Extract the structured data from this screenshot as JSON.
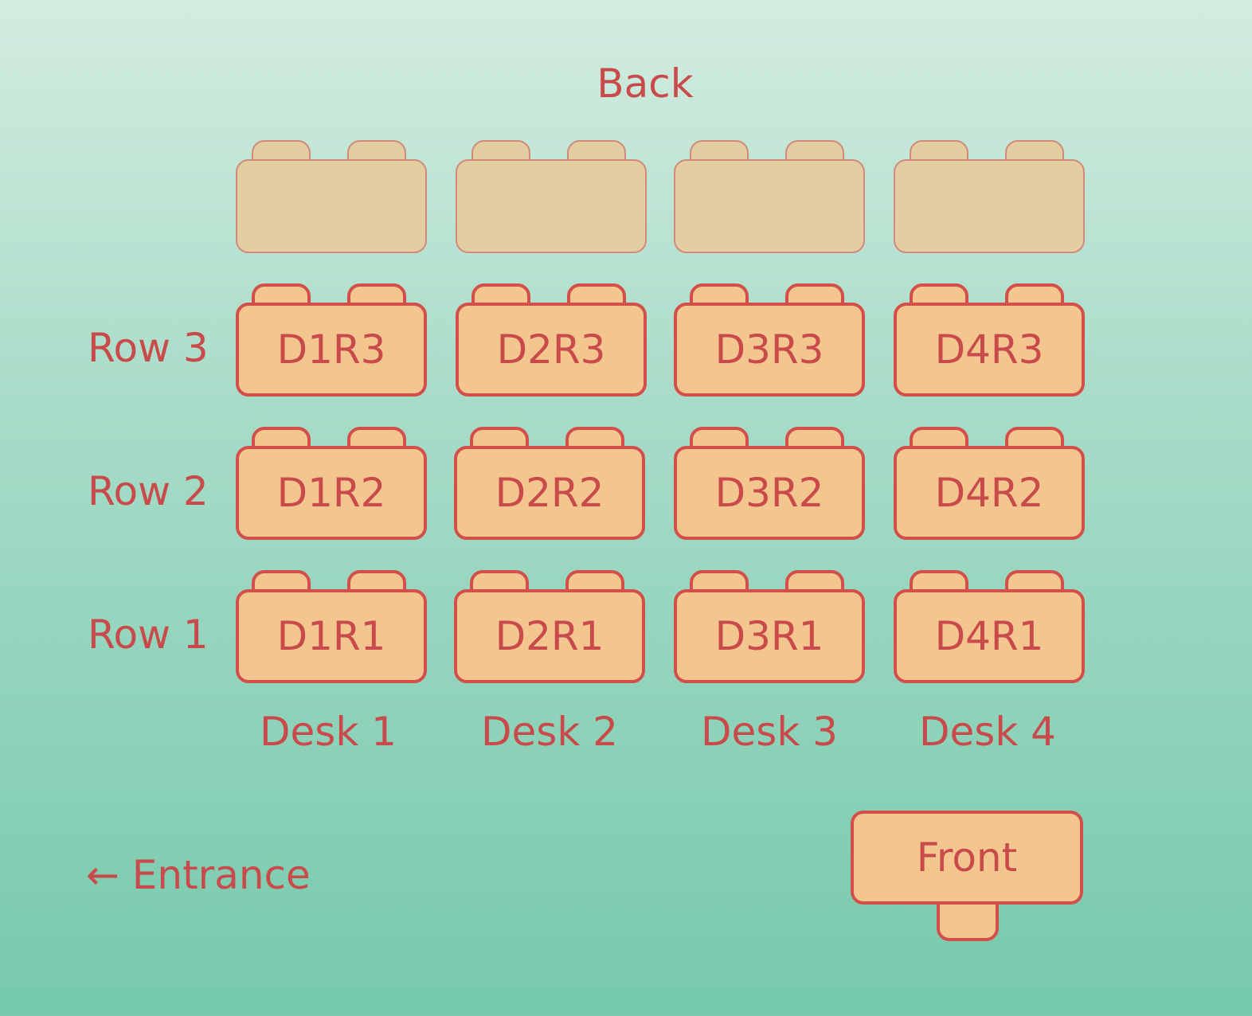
{
  "back_label": "Back",
  "front_label": "Front",
  "entrance_label": "← Entrance",
  "rows": [
    "Row 3",
    "Row 2",
    "Row 1"
  ],
  "desks": [
    "Desk 1",
    "Desk 2",
    "Desk 3",
    "Desk 4"
  ],
  "seats": {
    "row3": [
      "D1R3",
      "D2R3",
      "D3R3",
      "D4R3"
    ],
    "row2": [
      "D1R2",
      "D2R2",
      "D3R2",
      "D4R2"
    ],
    "row1": [
      "D1R1",
      "D2R1",
      "D3R1",
      "D4R1"
    ]
  },
  "colors": {
    "text": "#c94a4a",
    "seat_fill": "#f3c690",
    "seat_border": "#d24f4a",
    "empty_seat_fill": "#e3cda2",
    "background_top": "#d3ece0",
    "background_bottom": "#76c9ac"
  }
}
